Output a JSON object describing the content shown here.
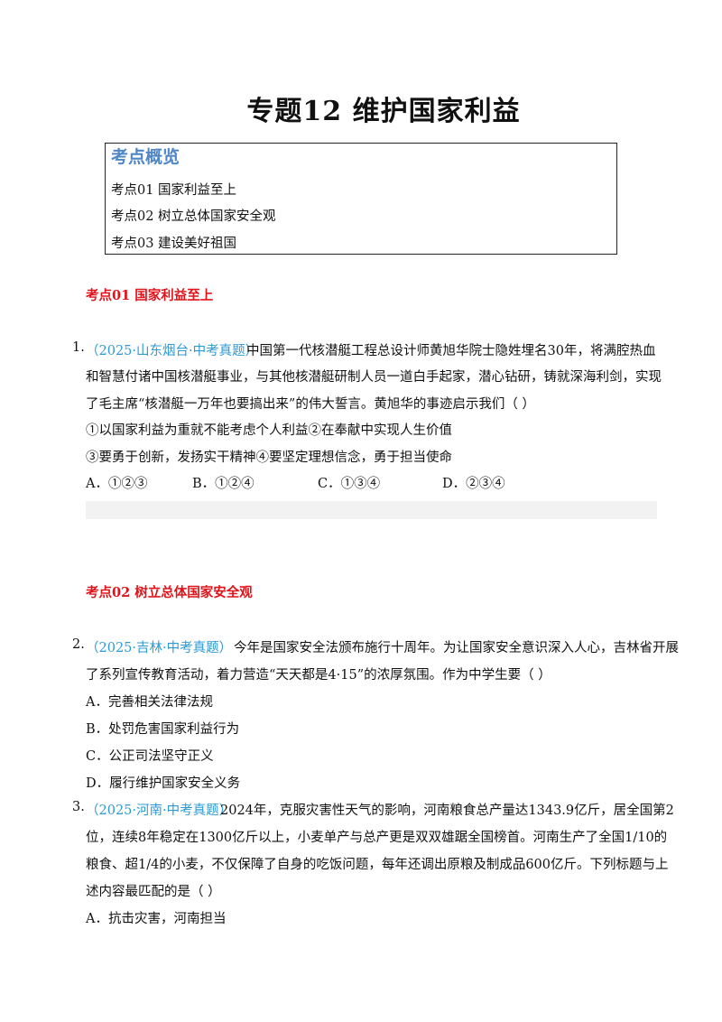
{
  "title": "专题12 维护国家利益",
  "overview": {
    "heading": "考点概览",
    "items": [
      "考点01  国家利益至上",
      "考点02  树立总体国家安全观",
      "考点03  建设美好祖国"
    ]
  },
  "sections": [
    {
      "title": "考点01  国家利益至上"
    },
    {
      "title": "考点02  树立总体国家安全观"
    }
  ],
  "questions": [
    {
      "number": "1.",
      "source": "（2025·山东烟台·中考真题）",
      "lines": [
        "中国第一代核潜艇工程总设计师黄旭华院士隐姓埋名30年，将满腔热血",
        "和智慧付诸中国核潜艇事业，与其他核潜艇研制人员一道白手起家，潜心钻研，铸就深海利剑，实现",
        "了毛主席“核潜艇一万年也要搞出来”的伟大誓言。黄旭华的事迹启示我们（    ）",
        "①以国家利益为重就不能考虑个人利益②在奉献中实现人生价值",
        "③要勇于创新，发扬实干精神④要坚定理想信念，勇于担当使命"
      ],
      "options": [
        "A．①②③",
        "B．①②④",
        "C．①③④",
        "D．②③④"
      ]
    },
    {
      "number": "2.",
      "source": "（2025·吉林·中考真题）",
      "lines": [
        "今年是国家安全法颁布施行十周年。为让国家安全意识深入人心，吉林省开展",
        "了系列宣传教育活动，着力营造“天天都是4·15”的浓厚氛围。作为中学生要（    ）"
      ],
      "options": [
        "A．完善相关法律法规",
        "B．处罚危害国家利益行为",
        "C．公正司法坚守正义",
        "D．履行维护国家安全义务"
      ]
    },
    {
      "number": "3.",
      "source": "（2025·河南·中考真题）",
      "lines": [
        "2024年，克服灾害性天气的影响，河南粮食总产量达1343.9亿斤，居全国第2",
        "位，连续8年稳定在1300亿斤以上，小麦单产与总产更是双双雄踞全国榜首。河南生产了全国1/10的",
        "粮食、超1/4的小麦，不仅保障了自身的吃饭问题，每年还调出原粮及制成品600亿斤。下列标题与上",
        "述内容最匹配的是（    ）"
      ],
      "options": [
        "A．抗击灾害，河南担当"
      ]
    }
  ]
}
